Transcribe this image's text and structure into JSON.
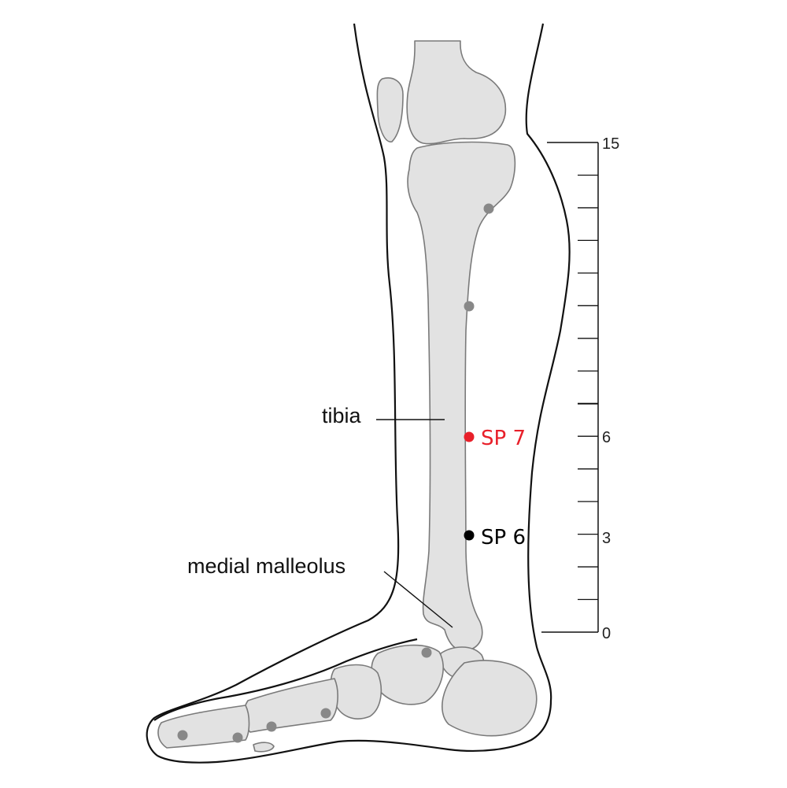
{
  "diagram": {
    "scale": {
      "unit_positions": [
        0,
        1,
        2,
        3,
        4,
        5,
        6,
        7,
        8,
        9,
        10,
        11,
        12,
        13,
        14,
        15
      ],
      "labels": [
        "15",
        "6",
        "3",
        "0"
      ],
      "label_values": [
        15,
        6,
        3,
        0
      ]
    },
    "points": {
      "sp7": {
        "label": "SP 7",
        "color": "#e8202a"
      },
      "sp6": {
        "label": "SP 6",
        "color": "#000000"
      }
    },
    "callouts": {
      "tibia": "tibia",
      "medial_malleolus": "medial malleolus"
    },
    "colors": {
      "bone": "#e2e2e2",
      "bone_outline": "#7a7a7a",
      "marker": "#888888",
      "outline": "#111111"
    }
  }
}
